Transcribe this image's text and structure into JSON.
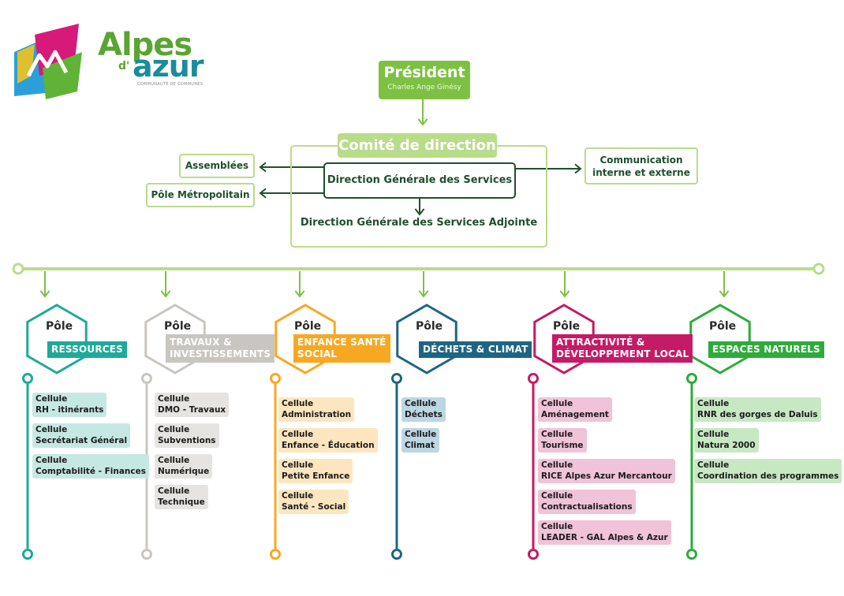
{
  "logo": {
    "word_alpes": "Alpes",
    "word_d": "d'",
    "word_azur": "azur",
    "subtitle": "COMMUNAUTÉ DE COMMUNES"
  },
  "president": {
    "title": "Président",
    "name": "Charles Ange Ginésy"
  },
  "comite": {
    "title": "Comité de direction",
    "dgs": "Direction Générale des Services",
    "dgsa": "Direction Générale des Services Adjointe"
  },
  "side": {
    "assemblees": "Assemblées",
    "metropolitain": "Pôle Métropolitain",
    "communication_line1": "Communication",
    "communication_line2": "interne et externe"
  },
  "colors": {
    "green_light": "#b9dc8a",
    "green_main": "#7dc142",
    "green_dark": "#1f4f2e"
  },
  "poles": [
    {
      "word": "Pôle",
      "tag": [
        "RESSOURCES"
      ],
      "color": "#1fa99a",
      "cell_bg": "#c6e8e3",
      "cells": [
        {
          "l1": "Cellule",
          "l2": "RH - itinérants"
        },
        {
          "l1": "Cellule",
          "l2": "Secrétariat Général"
        },
        {
          "l1": "Cellule",
          "l2": "Comptabilité - Finances"
        }
      ]
    },
    {
      "word": "Pôle",
      "tag": [
        "TRAVAUX &",
        "INVESTISSEMENTS"
      ],
      "color": "#c9c6c1",
      "cell_bg": "#e6e4e1",
      "cells": [
        {
          "l1": "Cellule",
          "l2": "DMO - Travaux"
        },
        {
          "l1": "Cellule",
          "l2": "Subventions"
        },
        {
          "l1": "Cellule",
          "l2": "Numérique"
        },
        {
          "l1": "Cellule",
          "l2": "Technique"
        }
      ]
    },
    {
      "word": "Pôle",
      "tag": [
        "ENFANCE SANTÉ",
        "SOCIAL"
      ],
      "color": "#f7a823",
      "cell_bg": "#fde6bf",
      "cells": [
        {
          "l1": "Cellule",
          "l2": "Administration"
        },
        {
          "l1": "Cellule",
          "l2": "Enfance - Éducation"
        },
        {
          "l1": "Cellule",
          "l2": "Petite Enfance"
        },
        {
          "l1": "Cellule",
          "l2": "Santé - Social"
        }
      ]
    },
    {
      "word": "Pôle",
      "tag": [
        "DÉCHETS & CLIMAT"
      ],
      "color": "#1e6584",
      "cell_bg": "#bcd6e2",
      "cells": [
        {
          "l1": "Cellule",
          "l2": "Déchets"
        },
        {
          "l1": "Cellule",
          "l2": "Climat"
        }
      ]
    },
    {
      "word": "Pôle",
      "tag": [
        "ATTRACTIVITÉ &",
        "DÉVELOPPEMENT LOCAL"
      ],
      "color": "#c51a66",
      "cell_bg": "#f0c3d8",
      "cells": [
        {
          "l1": "Cellule",
          "l2": "Aménagement"
        },
        {
          "l1": "Cellule",
          "l2": "Tourisme"
        },
        {
          "l1": "Cellule",
          "l2": "RICE Alpes Azur Mercantour"
        },
        {
          "l1": "Cellule",
          "l2": "Contractualisations"
        },
        {
          "l1": "Cellule",
          "l2": "LEADER - GAL Alpes & Azur"
        }
      ]
    },
    {
      "word": "Pôle",
      "tag": [
        "ESPACES NATURELS"
      ],
      "color": "#2eab3a",
      "cell_bg": "#c7e8c3",
      "cells": [
        {
          "l1": "Cellule",
          "l2": "RNR des gorges de Daluis"
        },
        {
          "l1": "Cellule",
          "l2": "Natura 2000"
        },
        {
          "l1": "Cellule",
          "l2": "Coordination des programmes"
        }
      ]
    }
  ]
}
